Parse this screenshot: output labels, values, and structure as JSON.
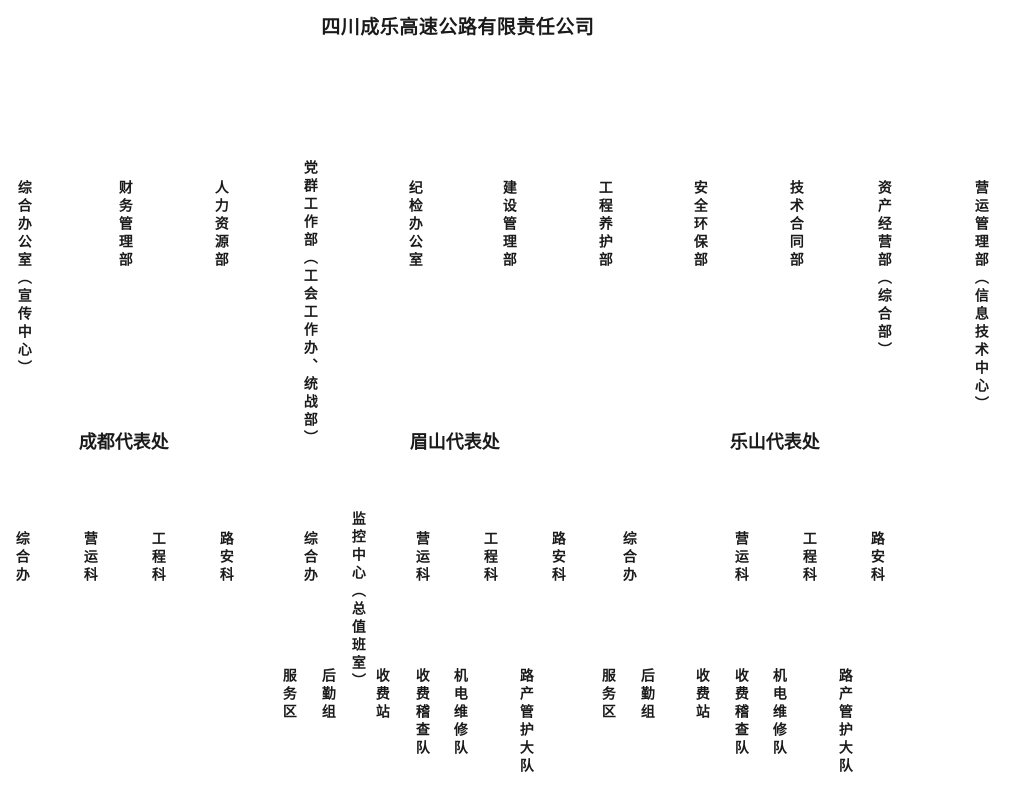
{
  "title": "四川成乐高速公路有限责任公司",
  "departments": [
    {
      "name": "综合办公室",
      "note": "（宣传中心）"
    },
    {
      "name": "财务管理部",
      "note": ""
    },
    {
      "name": "人力资源部",
      "note": ""
    },
    {
      "name": "党群工作部",
      "note": "（工会工作办、统战部）"
    },
    {
      "name": "纪检办公室",
      "note": ""
    },
    {
      "name": "建设管理部",
      "note": ""
    },
    {
      "name": "工程养护部",
      "note": ""
    },
    {
      "name": "安全环保部",
      "note": ""
    },
    {
      "name": "技术合同部",
      "note": ""
    },
    {
      "name": "资产经营部",
      "note": "（综合部）"
    },
    {
      "name": "营运管理部",
      "note": "（信息技术中心）"
    }
  ],
  "offices": [
    {
      "name": "成都代表处",
      "sections": [
        {
          "name": "综合办",
          "note": ""
        },
        {
          "name": "营运科",
          "note": ""
        },
        {
          "name": "工程科",
          "note": ""
        },
        {
          "name": "路安科",
          "note": ""
        }
      ]
    },
    {
      "name": "眉山代表处",
      "sections": [
        {
          "name": "综合办",
          "note": ""
        },
        {
          "name": "监控中心",
          "note": "（总值班室）"
        },
        {
          "name": "营运科",
          "note": ""
        },
        {
          "name": "工程科",
          "note": ""
        },
        {
          "name": "路安科",
          "note": ""
        }
      ],
      "units": [
        "服务区",
        "后勤组",
        "收费站",
        "收费稽查队",
        "机电维修队",
        "路产管护大队"
      ]
    },
    {
      "name": "乐山代表处",
      "sections": [
        {
          "name": "综合办",
          "note": ""
        },
        {
          "name": "营运科",
          "note": ""
        },
        {
          "name": "工程科",
          "note": ""
        },
        {
          "name": "路安科",
          "note": ""
        }
      ],
      "units": [
        "服务区",
        "后勤组",
        "收费站",
        "收费稽查队",
        "机电维修队",
        "路产管护大队"
      ]
    }
  ]
}
